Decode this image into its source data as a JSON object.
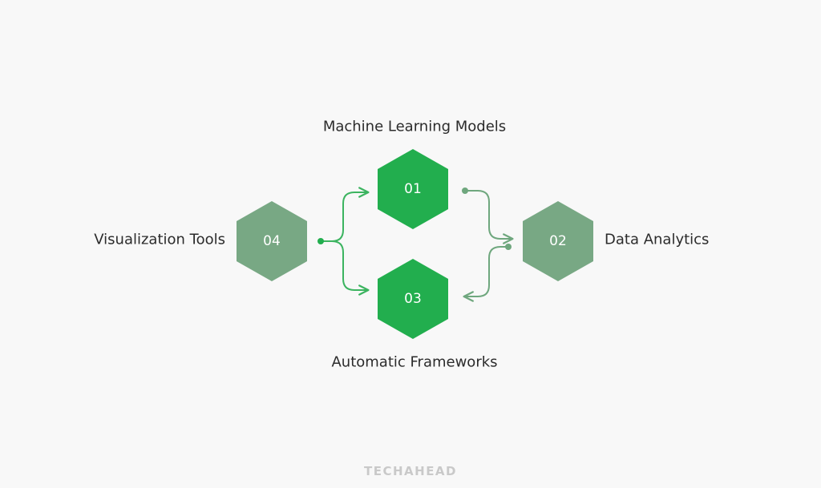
{
  "colors": {
    "background": "#f8f8f8",
    "primary_green": "#22ae4e",
    "muted_green": "#78a884",
    "link_green_bright": "#3cb460",
    "link_green_muted": "#6fa77e",
    "text": "#2b2b2b",
    "watermark": "#c9c9c9"
  },
  "nodes": {
    "n01": {
      "number": "01",
      "label": "Machine Learning Models"
    },
    "n02": {
      "number": "02",
      "label": "Data Analytics"
    },
    "n03": {
      "number": "03",
      "label": "Automatic Frameworks"
    },
    "n04": {
      "number": "04",
      "label": "Visualization Tools"
    }
  },
  "edges": [
    {
      "from": "04",
      "to": "01"
    },
    {
      "from": "04",
      "to": "03"
    },
    {
      "from": "01",
      "to": "02"
    },
    {
      "from": "02",
      "to": "03"
    }
  ],
  "watermark": "TECHAHEAD"
}
